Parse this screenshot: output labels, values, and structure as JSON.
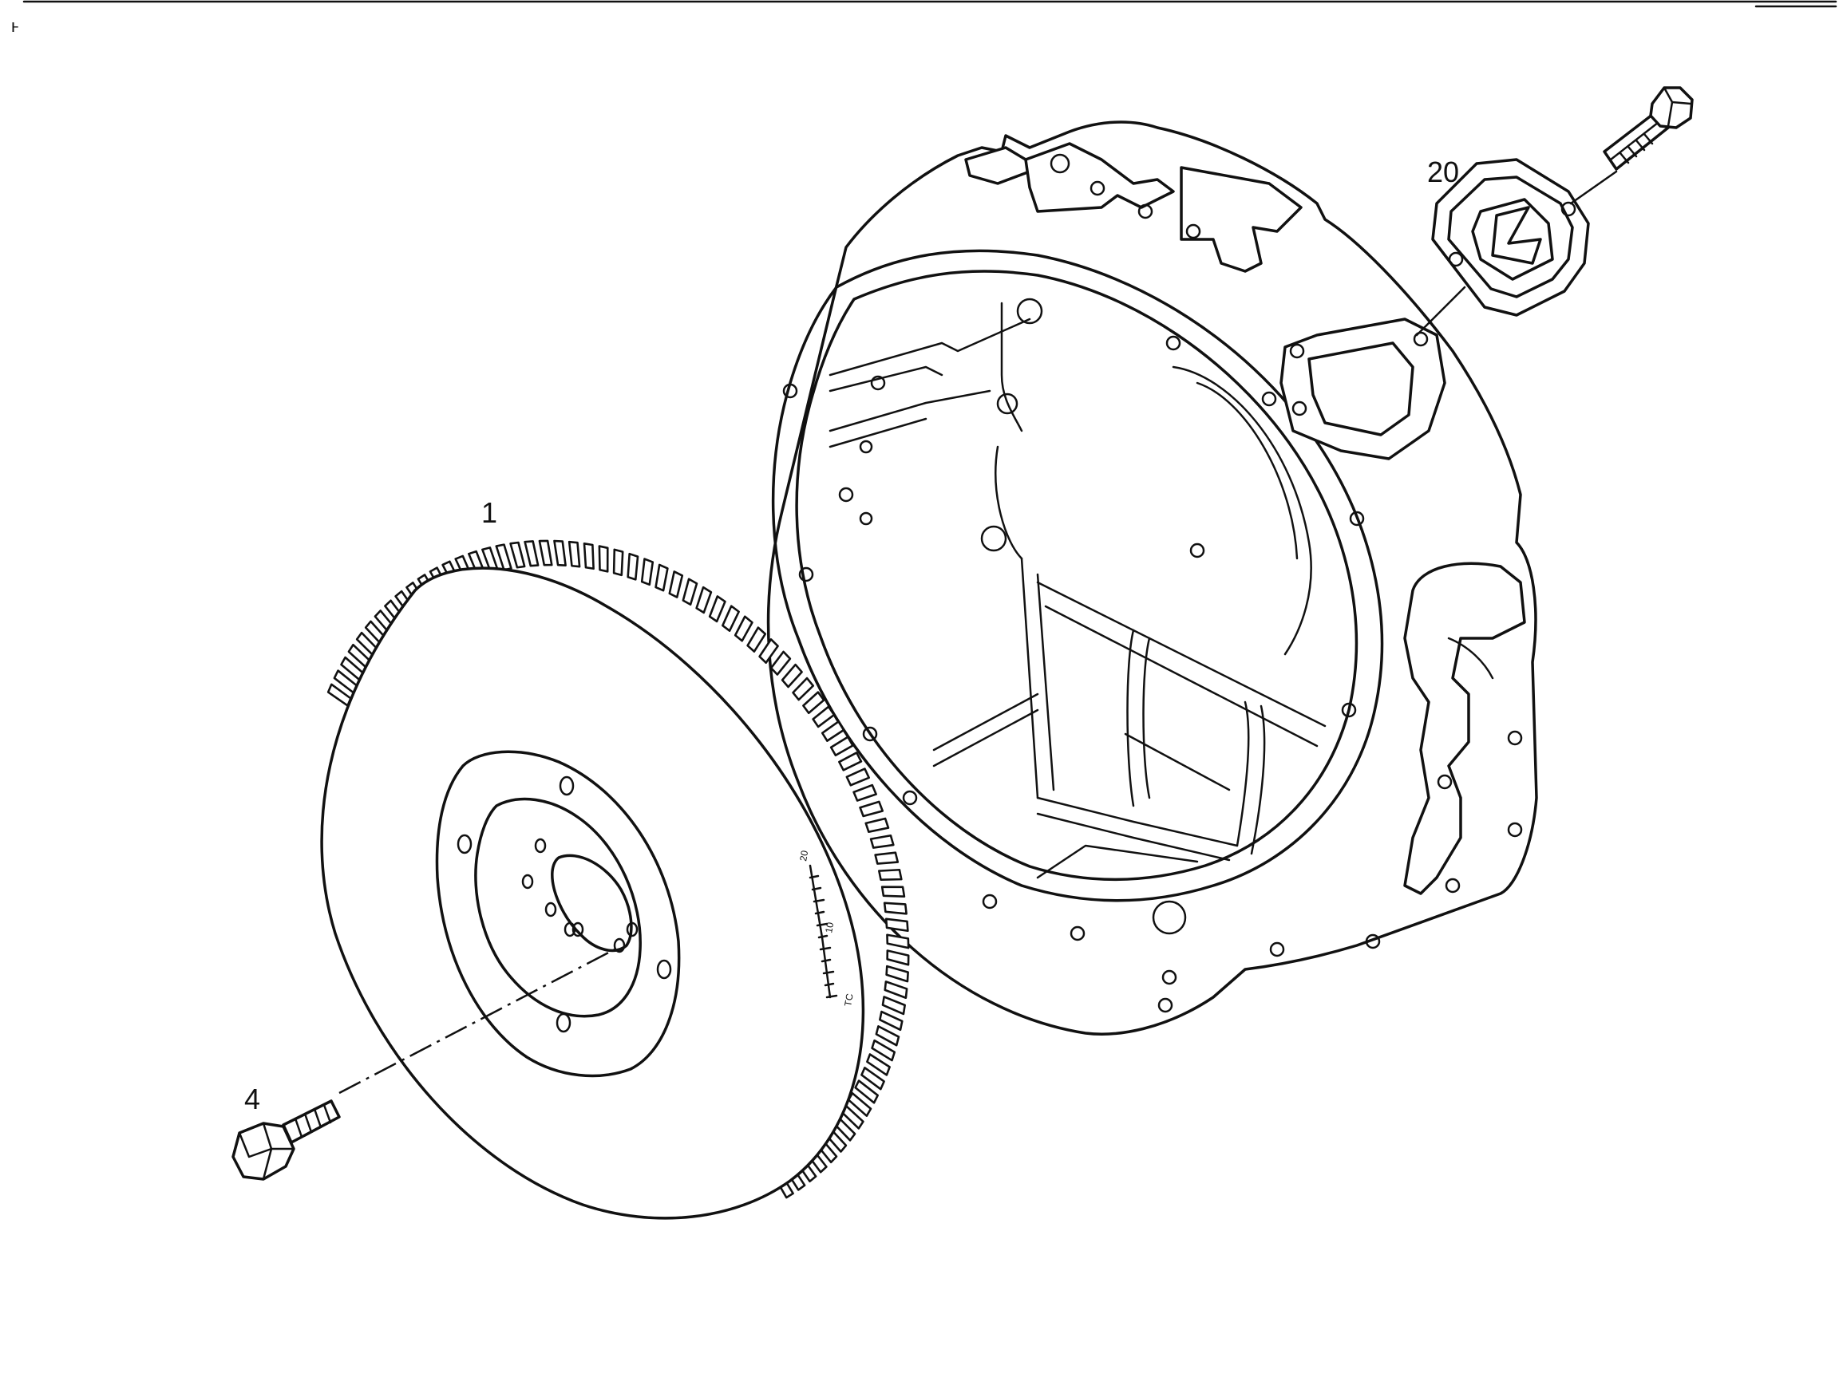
{
  "diagram": {
    "callouts": [
      {
        "id": "flywheel",
        "label": "1"
      },
      {
        "id": "flywheel-bolt",
        "label": "4"
      },
      {
        "id": "cover-plate",
        "label": "20"
      }
    ],
    "timing_marks": [
      "TC",
      "10",
      "20"
    ]
  }
}
